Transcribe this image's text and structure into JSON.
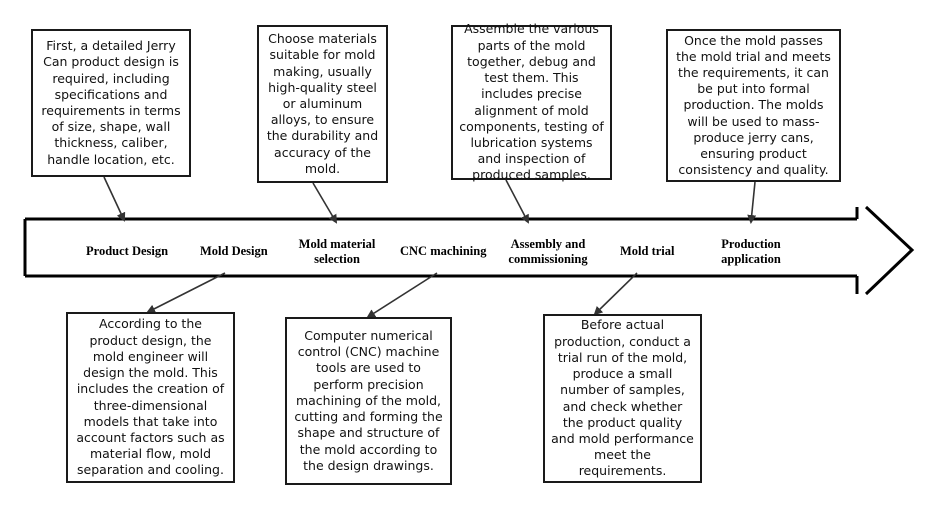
{
  "stages": [
    {
      "label": "Product Design"
    },
    {
      "label": "Mold Design"
    },
    {
      "label": "Mold material\nselection"
    },
    {
      "label": "CNC machining"
    },
    {
      "label": "Assembly and\ncommissioning"
    },
    {
      "label": "Mold trial"
    },
    {
      "label": "Production\napplication"
    }
  ],
  "top_boxes": [
    {
      "text": "First, a detailed Jerry Can product design is required, including specifications and requirements in terms of size, shape, wall thickness, caliber, handle location, etc."
    },
    {
      "text": "Choose materials suitable for mold making, usually high-quality steel or aluminum alloys, to ensure the durability and accuracy of the mold."
    },
    {
      "text": "Assemble the various parts of the mold together, debug and test them. This includes precise alignment of mold components, testing of lubrication systems and inspection of produced samples."
    },
    {
      "text": "Once the mold passes the mold trial and meets the requirements, it can be put into formal production. The molds will be used to mass-produce jerry cans, ensuring product consistency and quality."
    }
  ],
  "bottom_boxes": [
    {
      "text": "According to the product design, the mold engineer will design the mold. This includes the creation of three-dimensional models that take into account factors such as material flow, mold separation and cooling."
    },
    {
      "text": "Computer numerical control (CNC) machine tools are used to perform precision machining of the mold, cutting and forming the shape and structure of the mold according to the design drawings."
    },
    {
      "text": "Before actual production, conduct a trial run of the mold, produce a small number of samples, and check whether the product quality and mold performance meet the requirements."
    }
  ]
}
